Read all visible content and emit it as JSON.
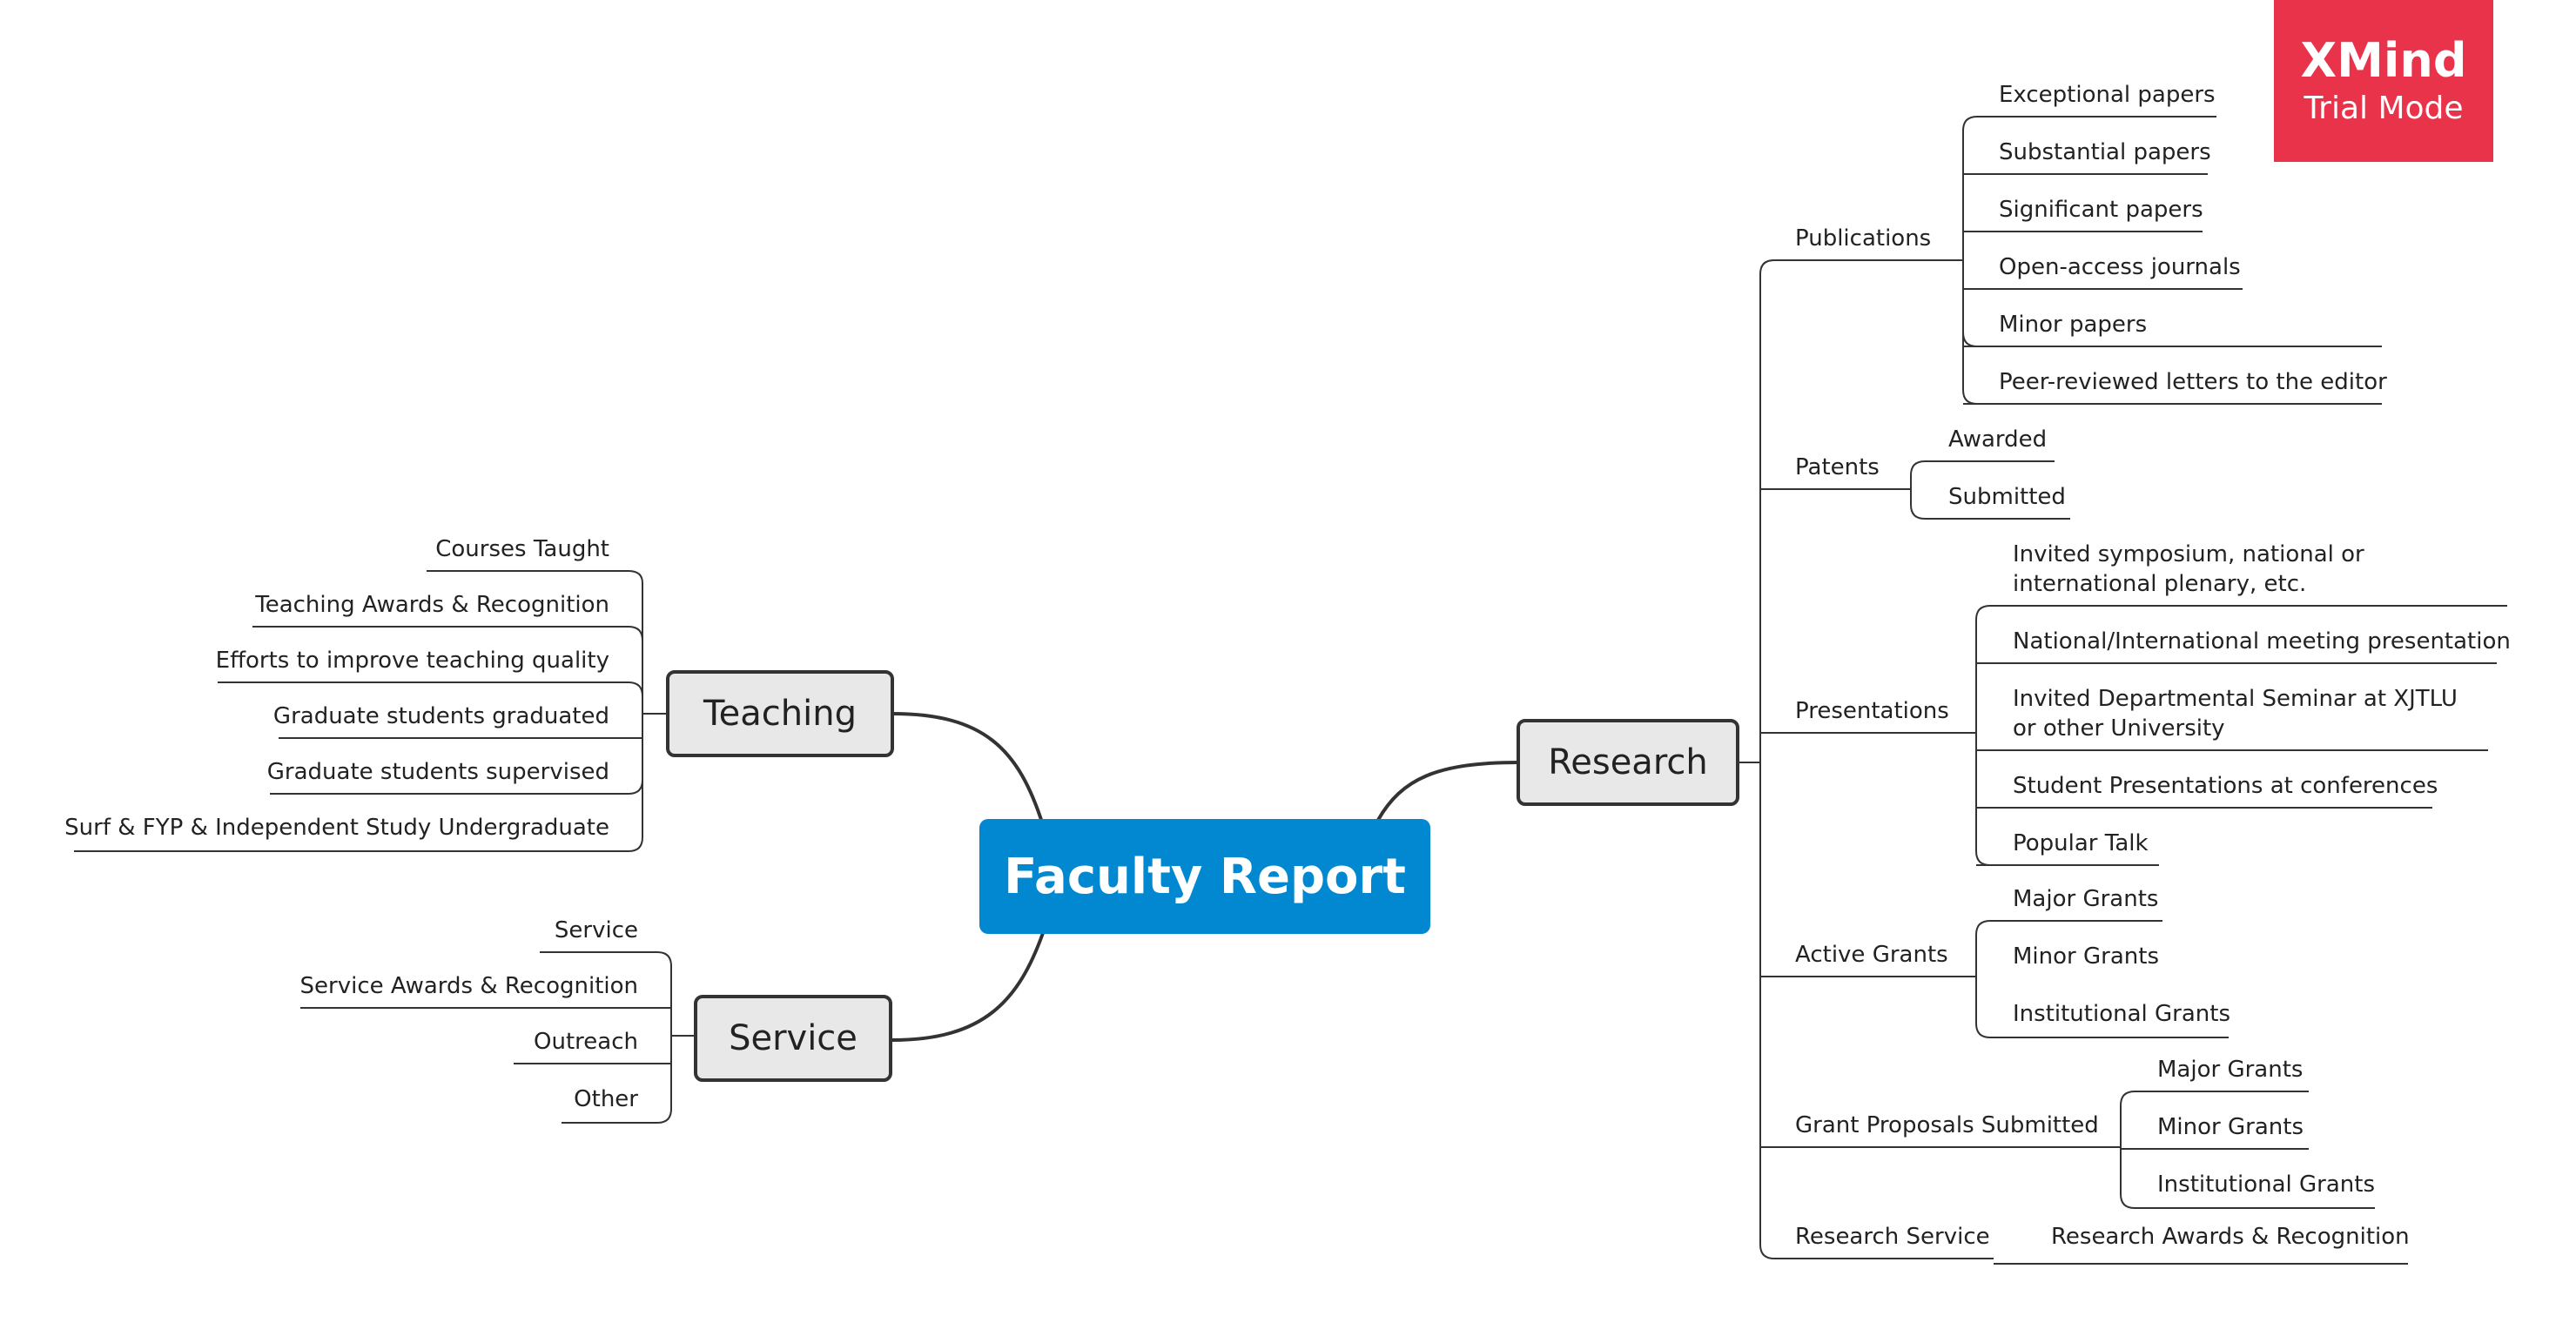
{
  "central": "Faculty Report",
  "branches": {
    "teaching": {
      "label": "Teaching",
      "children": [
        "Courses Taught",
        "Teaching Awards & Recognition",
        "Efforts to improve teaching quality",
        "Graduate students graduated",
        "Graduate students supervised",
        "Surf & FYP & Independent Study Undergraduate"
      ]
    },
    "service": {
      "label": "Service",
      "children": [
        "Service",
        "Service Awards & Recognition",
        "Outreach",
        "Other"
      ]
    },
    "research": {
      "label": "Research",
      "publications": {
        "label": "Publications",
        "children": [
          "Exceptional papers",
          "Substantial papers",
          "Significant papers",
          "Open-access journals",
          "Minor papers",
          "Peer-reviewed letters to the editor"
        ]
      },
      "patents": {
        "label": "Patents",
        "children": [
          "Awarded",
          "Submitted"
        ]
      },
      "presentations": {
        "label": "Presentations",
        "children": [
          "Invited symposium, national or international plenary, etc.",
          "National/International meeting presentation",
          "Invited Departmental Seminar at XJTLU or other University",
          "Student Presentations at conferences",
          "Popular Talk"
        ]
      },
      "active_grants": {
        "label": "Active Grants",
        "children": [
          "Major Grants",
          "Minor Grants",
          "Institutional Grants"
        ]
      },
      "grant_proposals": {
        "label": "Grant Proposals Submitted",
        "children": [
          "Major Grants",
          "Minor Grants",
          "Institutional Grants"
        ]
      },
      "research_service": {
        "label": "Research Service",
        "children": [
          "Research Awards & Recognition"
        ]
      }
    }
  },
  "watermark": {
    "title": "XMind",
    "subtitle": "Trial Mode"
  },
  "colors": {
    "central": "#0288d1",
    "node_fill": "#e8e8e8",
    "line": "#333333",
    "watermark": "#e8334a"
  }
}
